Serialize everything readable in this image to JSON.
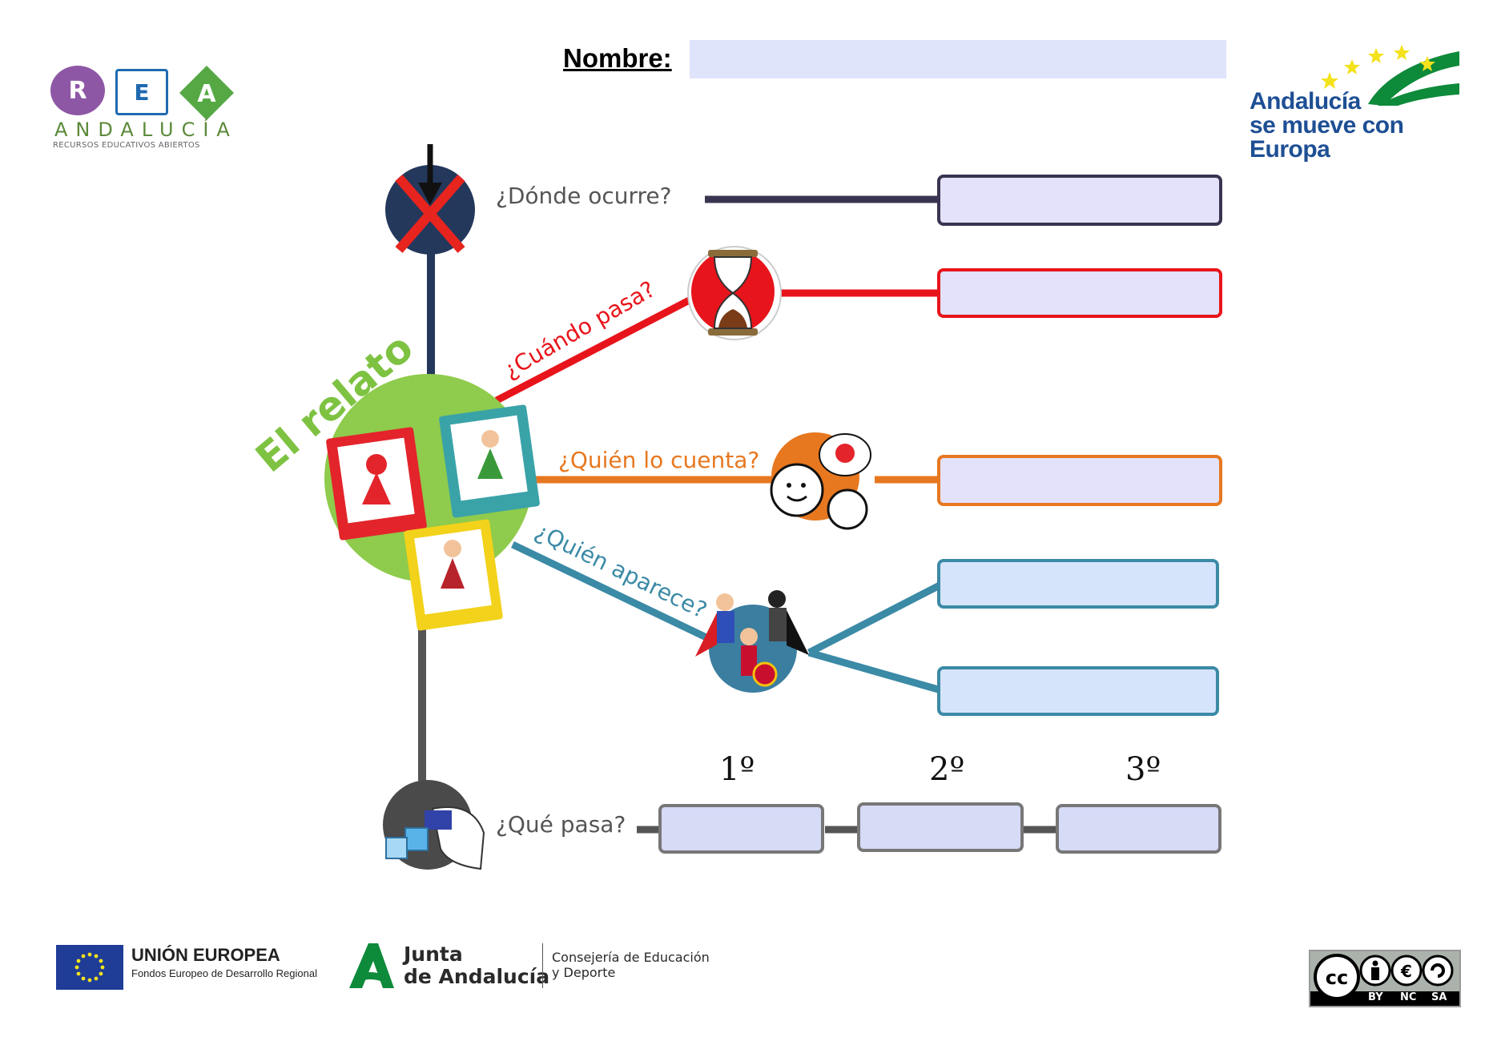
{
  "header": {
    "rea_logo": {
      "letters": [
        "R",
        "E",
        "A"
      ],
      "name": "ANDALUCÍA",
      "subtitle": "RECURSOS EDUCATIVOS ABIERTOS"
    },
    "name_label": "Nombre:",
    "name_value": "",
    "europe_logo": {
      "line1": "Andalucía",
      "line2": "se mueve con Europa"
    }
  },
  "diagram": {
    "title": "El relato",
    "questions": {
      "where": "¿Dónde ocurre?",
      "when": "¿Cuándo pasa?",
      "who_tells": "¿Quién lo cuenta?",
      "who_appears": "¿Quién aparece?",
      "what_happens": "¿Qué pasa?"
    },
    "order_labels": [
      "1º",
      "2º",
      "3º"
    ],
    "answers": {
      "where": "",
      "when": "",
      "who_tells": "",
      "who_appears_1": "",
      "who_appears_2": "",
      "what_1": "",
      "what_2": "",
      "what_3": ""
    }
  },
  "colors": {
    "where": "#3b3450",
    "when": "#e8141b",
    "who_tells": "#e77820",
    "who_appears": "#3b8aa6",
    "what_happens": "#6c6c6c",
    "title_green": "#7ec242",
    "box_fill_pink": "#e3e2fa",
    "box_fill_blue": "#d6e4fb",
    "box_fill_grey": "#d6dbf6"
  },
  "footer": {
    "eu_title": "UNIÓN EUROPEA",
    "eu_subtitle": "Fondos Europeo de Desarrollo Regional",
    "junta_line1": "Junta",
    "junta_line2": "de Andalucía",
    "consejeria_line1": "Consejería de Educación",
    "consejeria_line2": "y Deporte",
    "license_labels": [
      "BY",
      "NC",
      "SA"
    ]
  },
  "icons": [
    "location-cross-icon",
    "hourglass-icon",
    "narrator-icon",
    "superheroes-icon",
    "blocks-hand-icon",
    "story-card-icon"
  ]
}
